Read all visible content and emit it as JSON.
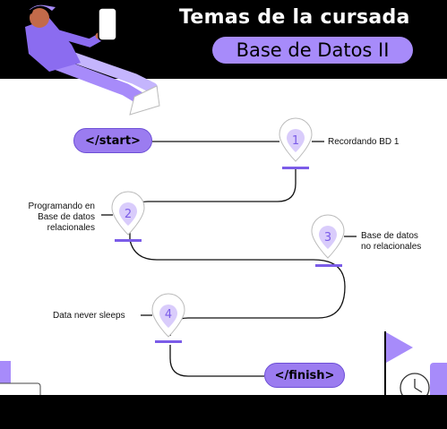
{
  "header": {
    "title": "Temas de la cursada",
    "subtitle": "Base de Datos II"
  },
  "roadmap": {
    "start_label": "</start>",
    "finish_label": "</finish>",
    "steps": [
      {
        "number": "1",
        "label": "Recordando BD 1"
      },
      {
        "number": "2",
        "label_lines": [
          "Programando en",
          "Base de datos",
          "relacionales"
        ]
      },
      {
        "number": "3",
        "label_lines": [
          "Base de datos",
          "no relacionales"
        ]
      },
      {
        "number": "4",
        "label": "Data never sleeps"
      }
    ]
  },
  "colors": {
    "accent": "#9b7cf0",
    "accent_light": "#a78bfa",
    "header_bg": "#000000",
    "pin_fill": "#d9ccfb"
  },
  "icons": [
    "person-with-phone-illustration",
    "map-pin-icon",
    "flag-icon",
    "clock-icon"
  ]
}
